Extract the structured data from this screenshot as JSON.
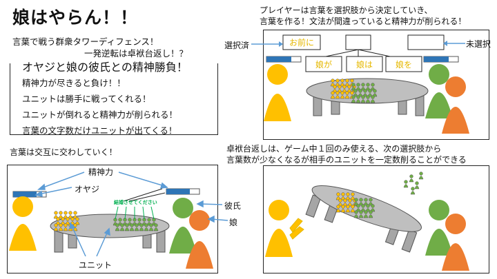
{
  "title": "娘はやらん！！",
  "subtitle1": "言葉で戦う群衆タワーディフェンス！",
  "subtitle2": "一発逆転は卓袱台返し！？",
  "rules": {
    "heading": "オヤジと娘の彼氏との精神勝負！",
    "items": [
      "精神力が尽きると負け！！",
      "ユニットは勝手に戦ってくれる！",
      "ユニットが倒れると精神力が削られる！",
      "言葉の文字数だけユニットが出てくる！"
    ]
  },
  "panel2": {
    "caption": "言葉は交互に交わしていく！",
    "label_spirit": "精神力",
    "label_father": "オヤジ",
    "label_boyfriend": "彼氏",
    "label_daughter": "娘",
    "label_unit": "ユニット",
    "green_text": "結婚させてください"
  },
  "panel1": {
    "caption1": "プレイヤーは言葉を選択肢から決定していき、",
    "caption2": "言葉を作る！文法が間違っていると精神力が削られる！",
    "label_selected": "選択済",
    "label_unselected": "未選択",
    "word_selected": "お前に",
    "choices": [
      "娘が",
      "娘は",
      "娘を"
    ]
  },
  "panel3": {
    "caption1": "卓袱台返しは、ゲーム中１回のみ使える、次の選択肢から",
    "caption2": "言葉数が少なくなるが相手のユニットを一定数削ることができる"
  },
  "colors": {
    "father": "#FFC000",
    "boyfriend": "#70AD47",
    "daughter": "#ED7D31",
    "table": "#BFBFBF",
    "gauge": "#2E75B6",
    "arrow": "#5B9BD5"
  }
}
